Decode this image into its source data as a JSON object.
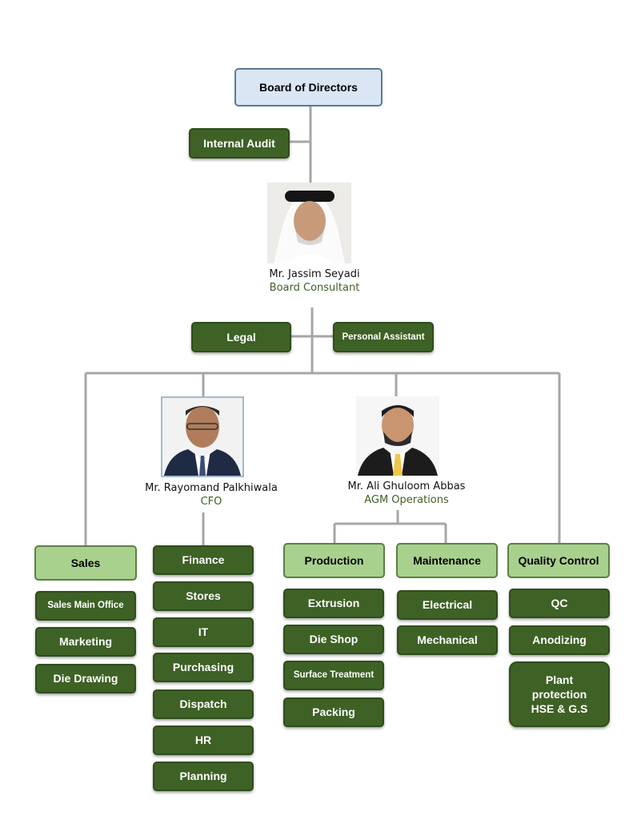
{
  "board": {
    "label": "Board of Directors"
  },
  "internal_audit": {
    "label": "Internal Audit"
  },
  "consultant": {
    "name": "Mr. Jassim Seyadi",
    "title": "Board Consultant",
    "photo_icon": "person-in-ghutra-photo"
  },
  "legal": {
    "label": "Legal"
  },
  "personal_assistant": {
    "label": "Personal Assistant"
  },
  "cfo": {
    "name": "Mr. Rayomand Palkhiwala",
    "title": "CFO",
    "photo_icon": "person-in-suit-photo"
  },
  "agm": {
    "name": "Mr. Ali Ghuloom Abbas",
    "title": "AGM Operations",
    "photo_icon": "person-in-suit-photo"
  },
  "sales": {
    "label": "Sales",
    "items": [
      "Sales Main Office",
      "Marketing",
      "Die Drawing"
    ]
  },
  "finance_group": {
    "items": [
      "Finance",
      "Stores",
      "IT",
      "Purchasing",
      "Dispatch",
      "HR",
      "Planning"
    ]
  },
  "production": {
    "label": "Production",
    "items": [
      "Extrusion",
      "Die Shop",
      "Surface Treatment",
      "Packing"
    ]
  },
  "maintenance": {
    "label": "Maintenance",
    "items": [
      "Electrical",
      "Mechanical"
    ]
  },
  "quality": {
    "label": "Quality Control",
    "items": [
      "QC",
      "Anodizing"
    ],
    "plant": {
      "line1": "Plant",
      "line2": "protection",
      "line3": "HSE & G.S"
    }
  },
  "colors": {
    "dark_green": "#3e6125",
    "light_green": "#a9d18e",
    "board_blue": "#dae6f3",
    "connector_gray": "#a6a6a6"
  }
}
